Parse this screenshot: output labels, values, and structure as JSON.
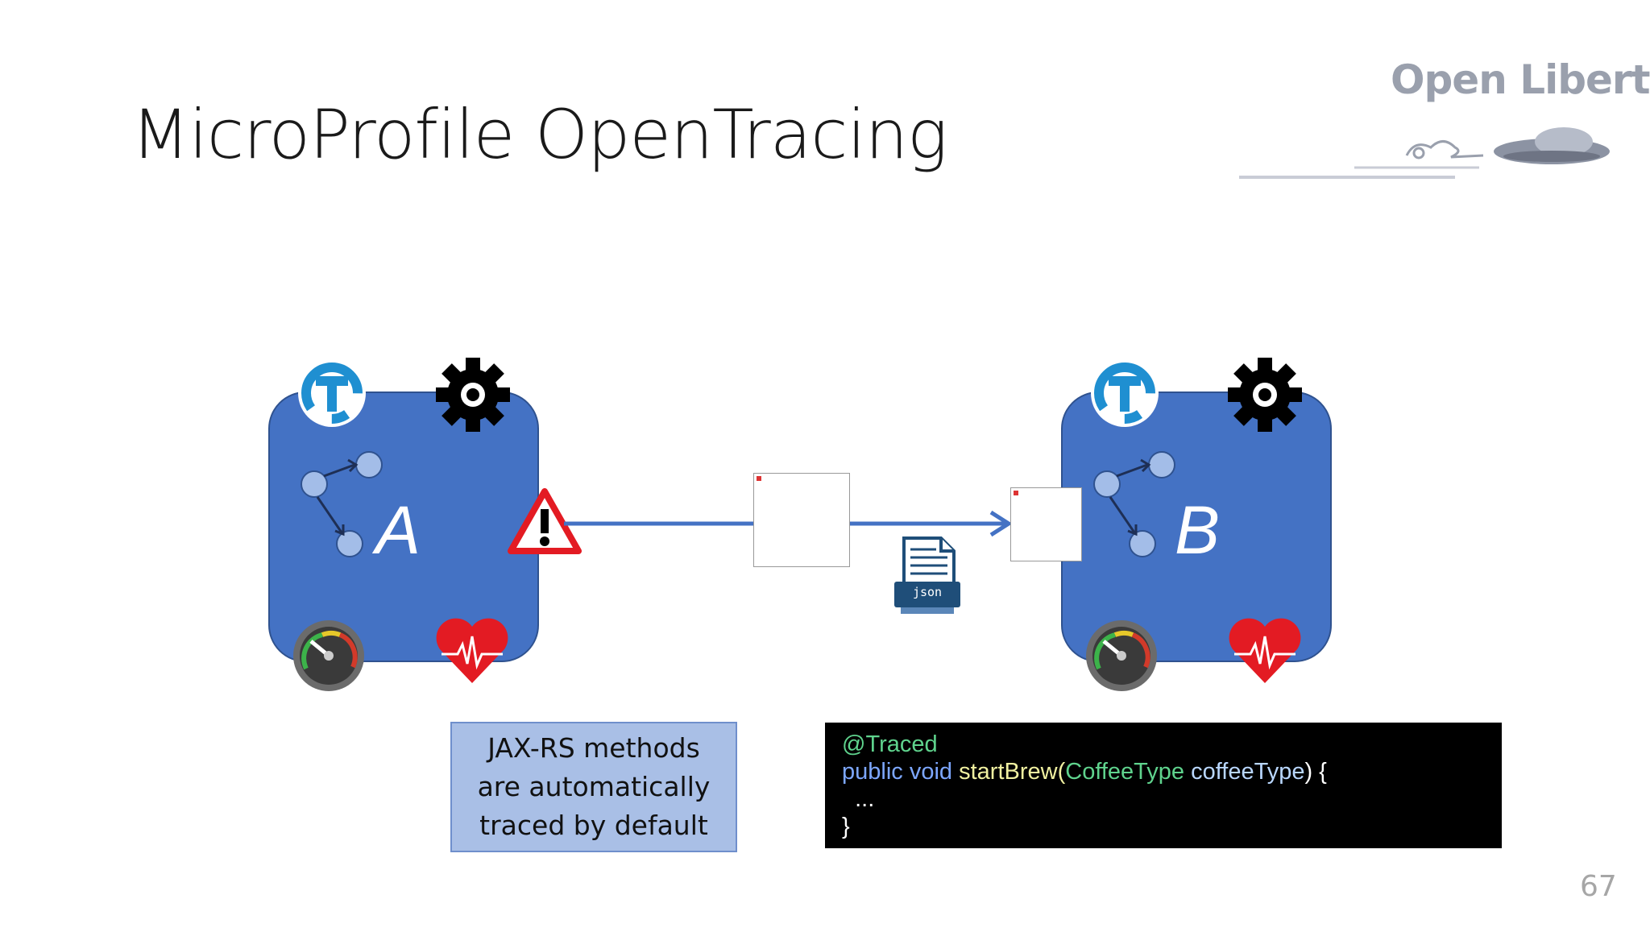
{
  "slide": {
    "title": "MicroProfile OpenTracing",
    "page_number": "67"
  },
  "logo": {
    "text": "Open Liberty",
    "icon": "ufo-logo-icon"
  },
  "services": [
    {
      "letter": "A",
      "icons": [
        "opentracing-icon",
        "gear-icon",
        "network-graph-icon",
        "gauge-icon",
        "heart-monitor-icon",
        "warning-icon"
      ]
    },
    {
      "letter": "B",
      "icons": [
        "opentracing-icon",
        "gear-icon",
        "network-graph-icon",
        "gauge-icon",
        "heart-monitor-icon"
      ]
    }
  ],
  "payload": {
    "label": "json",
    "icon": "json-document-icon"
  },
  "caption": {
    "lines": [
      "JAX-RS methods",
      "are automatically",
      "traced by default"
    ]
  },
  "code": {
    "annotation": "@Traced",
    "line2": {
      "kw1": "public",
      "kw2": "void",
      "method": "startBrew(",
      "type": "CoffeeType",
      "param": "coffeeType",
      "tail": ") {"
    },
    "line3": "  ...",
    "line4": "}"
  },
  "colors": {
    "service_fill": "#4472c4",
    "arrow": "#4472c4",
    "caption_fill": "#a9bfe6",
    "code_bg": "#000000"
  }
}
